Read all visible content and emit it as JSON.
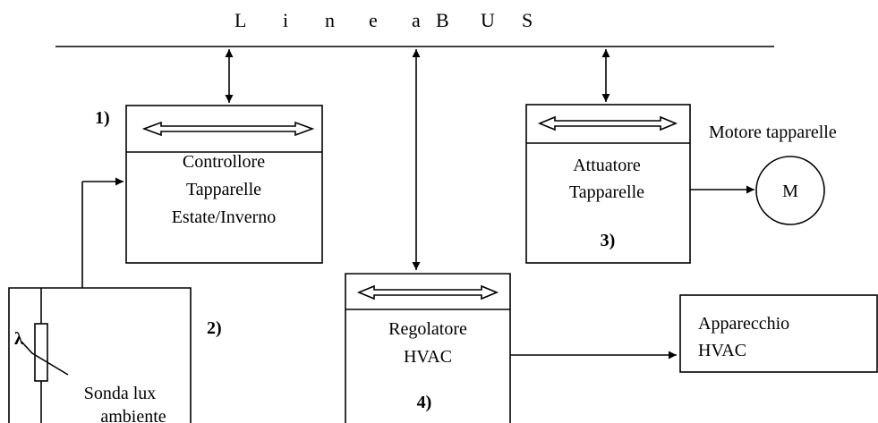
{
  "bus": {
    "label_chars": [
      "L",
      "i",
      "n",
      "e",
      "a",
      "B",
      "U",
      "S"
    ]
  },
  "blocks": {
    "controller": {
      "number": "1)",
      "lines": [
        "Controllore",
        "Tapparelle",
        "Estate/Inverno"
      ]
    },
    "sensor": {
      "number": "2)",
      "symbol": "λ",
      "lines": [
        "Sonda lux",
        "ambiente"
      ]
    },
    "actuator": {
      "number": "3)",
      "lines": [
        "Attuatore",
        "Tapparelle"
      ]
    },
    "hvac_regulator": {
      "number": "4)",
      "lines": [
        "Regolatore",
        "HVAC"
      ]
    },
    "hvac_device": {
      "lines": [
        "Apparecchio",
        "HVAC"
      ]
    },
    "motor": {
      "caption": "Motore tapparelle",
      "symbol": "M"
    }
  }
}
